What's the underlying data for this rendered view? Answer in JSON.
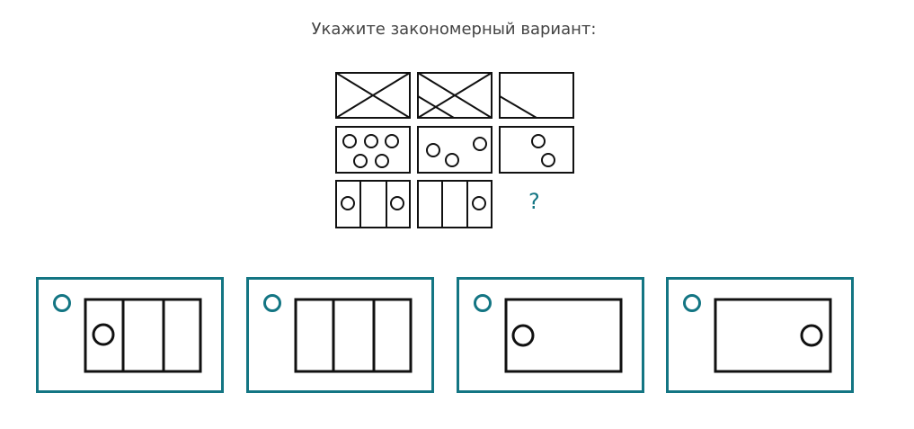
{
  "question": {
    "title": "Укажите закономерный вариант:",
    "missing_mark": "?"
  },
  "colors": {
    "accent": "#137583",
    "text": "#444444"
  },
  "options": [
    {
      "id": "option-1"
    },
    {
      "id": "option-2"
    },
    {
      "id": "option-3"
    },
    {
      "id": "option-4"
    }
  ]
}
